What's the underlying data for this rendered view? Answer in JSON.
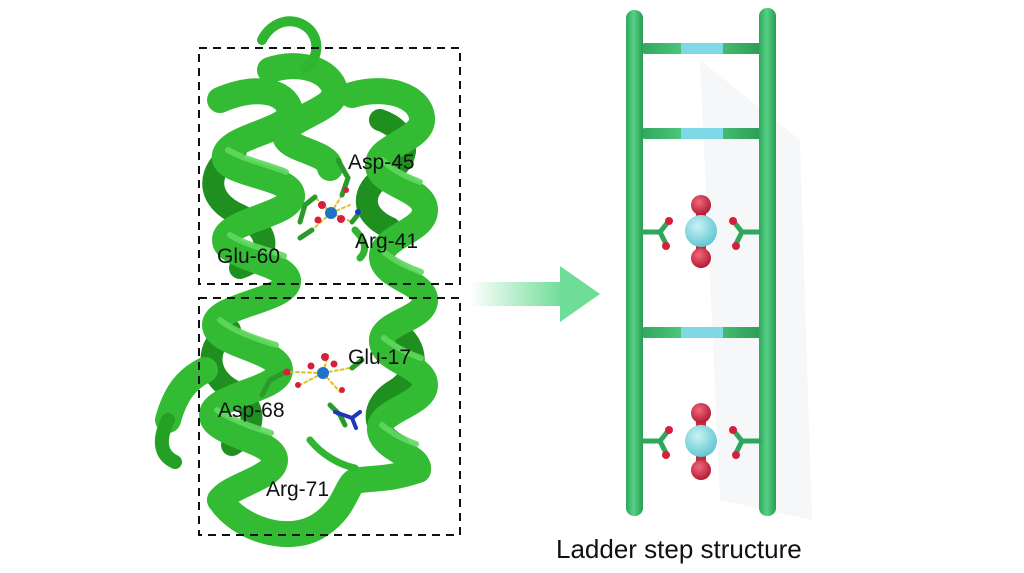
{
  "protein_panel": {
    "labels": {
      "asp45": "Asp-45",
      "arg41": "Arg-41",
      "glu60": "Glu-60",
      "glu17": "Glu-17",
      "asp68": "Asp-68",
      "arg71": "Arg-71"
    }
  },
  "ladder_panel": {
    "caption": "Ladder step structure"
  },
  "colors": {
    "helix_green": "#2fb52f",
    "ladder_green": "#3fbf6f",
    "rung_cyan": "#7fd8e6",
    "oxygen_red": "#d6203a",
    "ion_cyan": "#7fd9df",
    "bond_yellow": "#e5c020",
    "ion_blue": "#1e73c9",
    "arrow_green": "#7ee0a0"
  }
}
